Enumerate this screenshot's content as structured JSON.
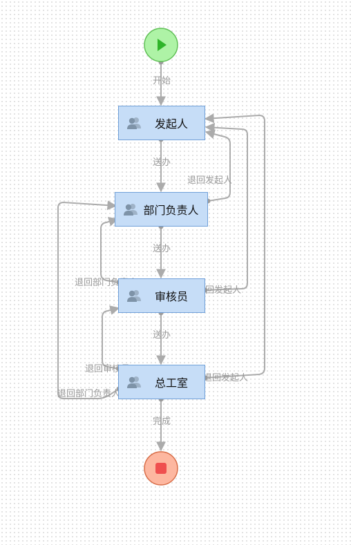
{
  "colors": {
    "start_fill": "#aef3a6",
    "start_stroke": "#5fbf55",
    "start_icon": "#2fb52a",
    "end_fill": "#fdb7a0",
    "end_stroke": "#d86c46",
    "end_icon": "#ef4f4f",
    "node_fill": "#c6ddf7",
    "node_border": "#6f9fd8",
    "connector": "#ababab"
  },
  "nodes": {
    "initiator": {
      "label": "发起人",
      "icon": "users-icon"
    },
    "dept_head": {
      "label": "部门负责人",
      "icon": "users-icon"
    },
    "reviewer": {
      "label": "审核员",
      "icon": "users-icon"
    },
    "general_office": {
      "label": "总工室",
      "icon": "users-icon"
    }
  },
  "edges": {
    "start": "开始",
    "send1": "送办",
    "send2": "送办",
    "send3": "送办",
    "complete": "完成",
    "back_initiator_from_dept": "退回发起人",
    "back_dept_from_reviewer": "退回部门负责人",
    "back_initiator_from_reviewer": "退回发起人",
    "back_reviewer_from_office": "退回审核员",
    "back_dept_from_office": "退回部门负责人",
    "back_initiator_from_office": "退回发起人"
  }
}
